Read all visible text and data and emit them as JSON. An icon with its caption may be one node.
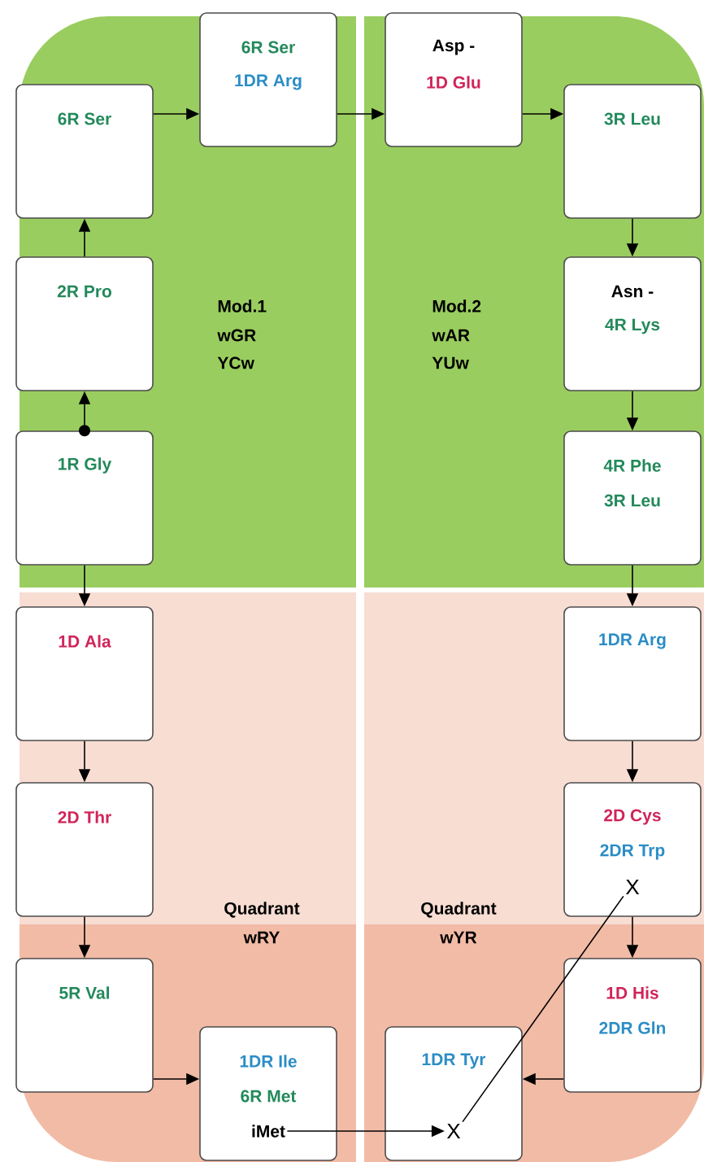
{
  "diagram": {
    "nodes": [
      {
        "text": [
          "6R Ser"
        ]
      },
      {
        "text": [
          "6R Ser",
          "1DR Arg"
        ]
      },
      {
        "text": [
          "Asp -",
          "1D Glu"
        ]
      },
      {
        "text": [
          "3R Leu"
        ]
      },
      {
        "text": [
          "2R Pro"
        ]
      },
      {
        "text": [
          "Asn -",
          "4R Lys"
        ]
      },
      {
        "text": [
          "1R Gly"
        ]
      },
      {
        "text": [
          "4R Phe",
          "3R Leu"
        ]
      },
      {
        "text": [
          "1D Ala"
        ]
      },
      {
        "text": [
          "1DR Arg"
        ]
      },
      {
        "text": [
          "2D Thr"
        ]
      },
      {
        "text": [
          "2D Cys",
          "2DR Trp",
          "X"
        ]
      },
      {
        "text": [
          "5R Val"
        ]
      },
      {
        "text": [
          "1DR Ile",
          "6R Met",
          "iMet"
        ]
      },
      {
        "text": [
          "1DR Tyr",
          "X"
        ]
      },
      {
        "text": [
          "1D His",
          "2DR Gln"
        ]
      }
    ],
    "edges": [
      {
        "from": 6,
        "to": 4,
        "arrow": "to"
      },
      {
        "from": 4,
        "to": 0,
        "arrow": "to"
      },
      {
        "from": 0,
        "to": 1,
        "arrow": "to"
      },
      {
        "from": 1,
        "to": 2,
        "arrow": "to"
      },
      {
        "from": 2,
        "to": 3,
        "arrow": "to"
      },
      {
        "from": 3,
        "to": 5,
        "arrow": "to"
      },
      {
        "from": 5,
        "to": 7,
        "arrow": "to"
      },
      {
        "from": 7,
        "to": 9,
        "arrow": "to"
      },
      {
        "from": 6,
        "to": 8,
        "arrow": "to"
      },
      {
        "from": 8,
        "to": 10,
        "arrow": "to"
      },
      {
        "from": 10,
        "to": 12,
        "arrow": "to"
      },
      {
        "from": 12,
        "to": 13,
        "arrow": "to"
      },
      {
        "from": 9,
        "to": 11,
        "arrow": "to"
      },
      {
        "from": 11,
        "to": 15,
        "arrow": "to"
      },
      {
        "from": 15,
        "to": 14,
        "arrow": "to"
      },
      {
        "from": 13,
        "to": 14,
        "arrow": "to"
      },
      {
        "from": 14,
        "to": 11,
        "arrow": "none"
      }
    ],
    "labels": [
      "Mod.1",
      "wGR",
      "YCw",
      "Mod.2",
      "wAR",
      "YUw",
      "Quadrant",
      "wRY",
      "Quadrant",
      "wYR"
    ]
  }
}
